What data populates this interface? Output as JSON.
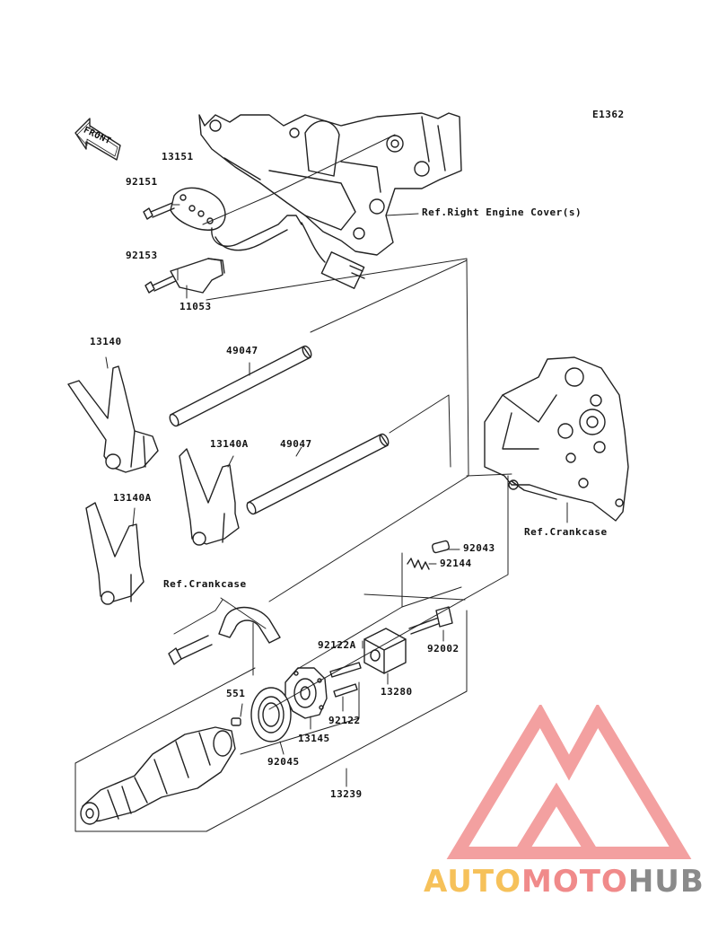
{
  "diagram_code": "E1362",
  "front_label": "FRONT",
  "parts": {
    "p13151": "13151",
    "p92151": "92151",
    "p92153": "92153",
    "p11053": "11053",
    "p13140": "13140",
    "p49047a": "49047",
    "p13140A_a": "13140A",
    "p49047b": "49047",
    "p13140A_b": "13140A",
    "p92043": "92043",
    "p92144": "92144",
    "p92122A": "92122A",
    "p92002": "92002",
    "p551": "551",
    "p13280": "13280",
    "p92122": "92122",
    "p13145": "13145",
    "p92045": "92045",
    "p13239": "13239"
  },
  "references": {
    "right_engine_cover": "Ref.Right Engine Cover(s)",
    "crankcase_right": "Ref.Crankcase",
    "crankcase_left": "Ref.Crankcase"
  },
  "watermark": {
    "part1": "AUTO",
    "part2": "MOTO",
    "part3": "HUB",
    "colors": {
      "auto": "#f6c15a",
      "moto": "#f08a8a",
      "hub": "#8a8a8a",
      "triangle": "#f3a0a0"
    }
  }
}
